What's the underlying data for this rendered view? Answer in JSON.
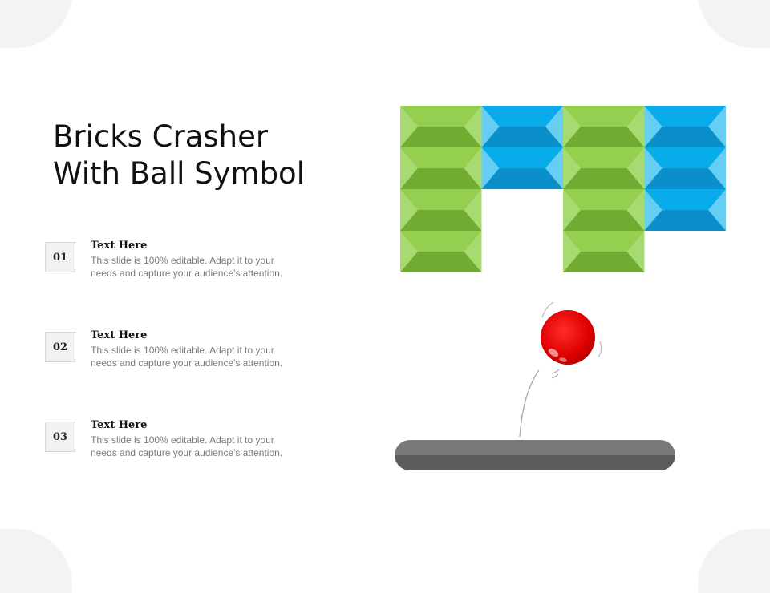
{
  "slide": {
    "title_line1": "Bricks Crasher",
    "title_line2": "With Ball Symbol",
    "items": [
      {
        "number": "01",
        "heading": "Text Here",
        "text": "This slide is 100% editable. Adapt it to your needs and capture your audience's attention."
      },
      {
        "number": "02",
        "heading": "Text Here",
        "text": "This slide is 100% editable. Adapt it to your needs and capture your audience's attention."
      },
      {
        "number": "03",
        "heading": "Text Here",
        "text": "This slide is 100% editable. Adapt it to your needs and capture your audience's attention."
      }
    ]
  },
  "graphic": {
    "brick_columns": [
      {
        "color": "green",
        "rows": 4
      },
      {
        "color": "blue",
        "rows": 2
      },
      {
        "color": "green",
        "rows": 4
      },
      {
        "color": "blue",
        "rows": 3
      }
    ],
    "colors": {
      "green_top": "#95cf50",
      "green_bottom": "#6fac31",
      "green_side": "#a8da72",
      "blue_top": "#08acea",
      "blue_bottom": "#0a8fca",
      "blue_side": "#66cdf5",
      "ball": "#e00000",
      "paddle_top": "#7a7a7a",
      "paddle_bottom": "#5c5c5c"
    }
  }
}
